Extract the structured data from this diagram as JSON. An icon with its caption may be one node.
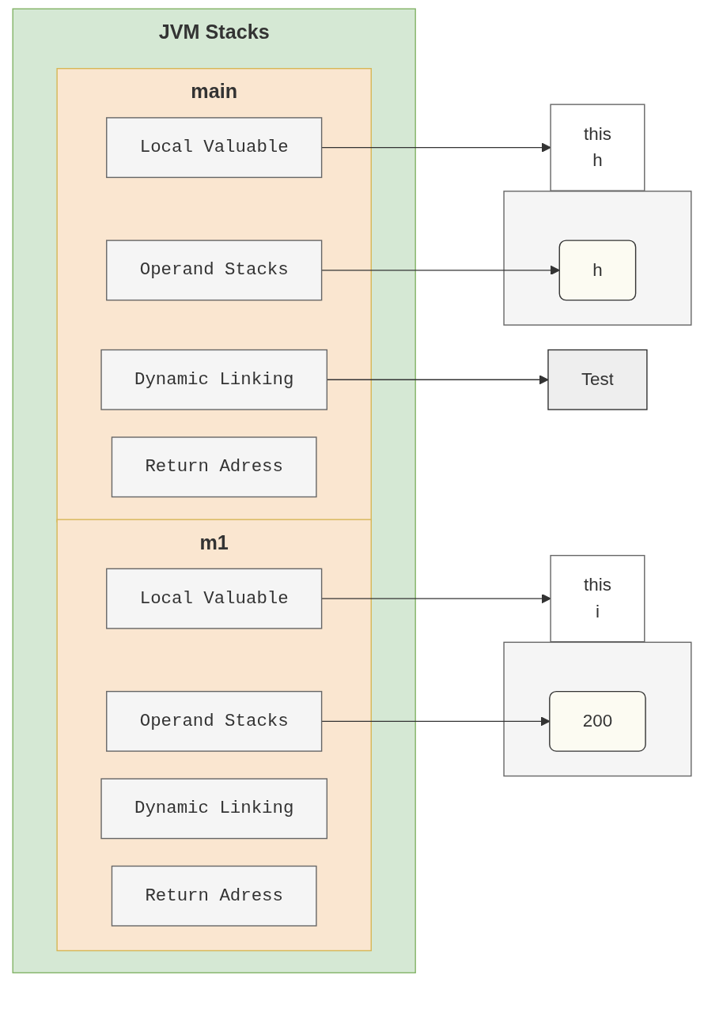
{
  "diagram": {
    "nodes": [
      {
        "text": [
          "JVM Stacks"
        ]
      },
      {
        "text": [
          "main"
        ],
        "in": 0
      },
      {
        "text": [
          "Local Valuable"
        ],
        "in": 1
      },
      {
        "text": [
          "Operand Stacks"
        ],
        "in": 1
      },
      {
        "text": [
          "Dynamic Linking"
        ],
        "in": 1
      },
      {
        "text": [
          "Return Adress"
        ],
        "in": 1
      },
      {
        "text": [
          "m1"
        ],
        "in": 0
      },
      {
        "text": [
          "Local Valuable"
        ],
        "in": 6
      },
      {
        "text": [
          "Operand Stacks"
        ],
        "in": 6
      },
      {
        "text": [
          "Dynamic Linking"
        ],
        "in": 6
      },
      {
        "text": [
          "Return Adress"
        ],
        "in": 6
      },
      {
        "text": [
          "this",
          "h"
        ]
      },
      {
        "text": [],
        "shape": "box"
      },
      {
        "text": [
          "h"
        ],
        "in": 12
      },
      {
        "text": [
          "Test"
        ]
      },
      {
        "text": [
          "this",
          "i"
        ]
      },
      {
        "text": [],
        "shape": "box"
      },
      {
        "text": [
          "200"
        ],
        "in": 16
      }
    ],
    "edges": [
      {
        "from": 2,
        "to": 11,
        "arrow": "to"
      },
      {
        "from": 3,
        "to": 13,
        "arrow": "to"
      },
      {
        "from": 4,
        "to": 14,
        "arrow": "to"
      },
      {
        "from": 7,
        "to": 15,
        "arrow": "to"
      },
      {
        "from": 8,
        "to": 17,
        "arrow": "to"
      }
    ]
  }
}
